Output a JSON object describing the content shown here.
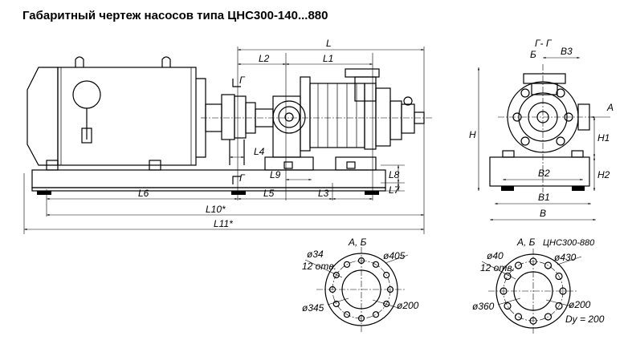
{
  "title": "Габаритный чертеж насосов типа ЦНС300-140...880",
  "side_view": {
    "dims": {
      "L": "L",
      "L1": "L1",
      "L2": "L2",
      "L3": "L3",
      "L4": "L4",
      "L5": "L5",
      "L6": "L6",
      "L7": "L7",
      "L8": "L8",
      "L9": "L9",
      "L10": "L10*",
      "L11": "L11*"
    },
    "section_marks": {
      "g_top": "Г",
      "g_bottom": "Г"
    }
  },
  "end_view": {
    "section_label": "Г- Г",
    "b_label": "Б",
    "a_label": "А",
    "dims": {
      "B": "В",
      "B1": "В1",
      "B2": "В2",
      "B3": "В3",
      "H": "Н",
      "H1": "Н1",
      "H2": "Н2"
    }
  },
  "flange_left": {
    "caption": "А, Б",
    "hole_dia": "ø34",
    "holes": "12 отв.",
    "outer_dia": "ø405",
    "bolt_circle": "ø345",
    "bore_dia": "ø200"
  },
  "flange_right": {
    "caption": "А, Б",
    "model": "ЦНС300-880",
    "hole_dia": "ø40",
    "holes": "12 отв.",
    "outer_dia": "ø430",
    "bolt_circle": "ø360",
    "bore_dia": "ø200",
    "dn": "Dy = 200"
  }
}
